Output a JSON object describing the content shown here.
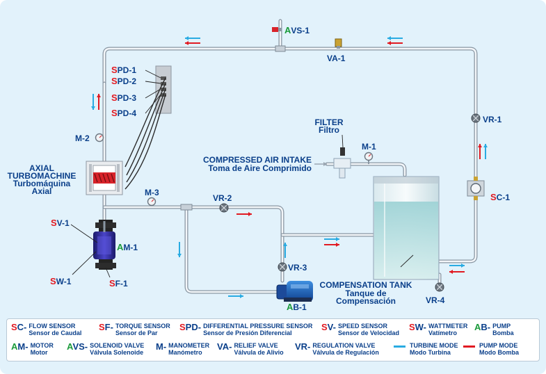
{
  "labels": {
    "avs1": {
      "first": "A",
      "rest": "VS-1"
    },
    "va1": "VA-1",
    "spd1": {
      "first": "S",
      "rest": "PD-1"
    },
    "spd2": {
      "first": "S",
      "rest": "PD-2"
    },
    "spd3": {
      "first": "S",
      "rest": "PD-3"
    },
    "spd4": {
      "first": "S",
      "rest": "PD-4"
    },
    "m2": "M-2",
    "axial": [
      "AXIAL",
      "TURBOMACHINE"
    ],
    "axial_es": [
      "Turbomáquina",
      "Axial"
    ],
    "m3": "M-3",
    "vr2": "VR-2",
    "vr1": "VR-1",
    "sc1": {
      "first": "S",
      "rest": "C-1"
    },
    "filter": "FILTER",
    "filter_es": "Filtro",
    "m1": "M-1",
    "air_intake": "COMPRESSED AIR INTAKE",
    "air_intake_es": "Toma de Aire Comprimido",
    "sv1": {
      "first": "S",
      "rest": "V-1"
    },
    "am1": {
      "first": "A",
      "rest": "M-1"
    },
    "sw1": {
      "first": "S",
      "rest": "W-1"
    },
    "sf1": {
      "first": "S",
      "rest": "F-1"
    },
    "vr3": "VR-3",
    "ab1": {
      "first": "A",
      "rest": "B-1"
    },
    "tank": "COMPENSATION TANK",
    "tank_es": [
      "Tanque de",
      "Compensación"
    ],
    "vr4": "VR-4"
  },
  "legend": [
    {
      "code_first": "S",
      "code_rest": "C-",
      "color": "red",
      "en": "FLOW SENSOR",
      "es": "Sensor de Caudal"
    },
    {
      "code_first": "S",
      "code_rest": "F-",
      "color": "red",
      "en": "TORQUE SENSOR",
      "es": "Sensor de Par"
    },
    {
      "code_first": "S",
      "code_rest": "PD-",
      "color": "red",
      "en": "DIFFERENTIAL PRESSURE SENSOR",
      "es": "Sensor de Presión Diferencial"
    },
    {
      "code_first": "S",
      "code_rest": "V-",
      "color": "red",
      "en": "SPEED SENSOR",
      "es": "Sensor de Velocidad"
    },
    {
      "code_first": "S",
      "code_rest": "W-",
      "color": "red",
      "en": "WATTMETER",
      "es": "Vatímetro"
    },
    {
      "code_first": "A",
      "code_rest": "B-",
      "color": "green",
      "en": "PUMP",
      "es": "Bomba"
    },
    {
      "code_first": "A",
      "code_rest": "M-",
      "color": "green",
      "en": "MOTOR",
      "es": "Motor"
    },
    {
      "code_first": "A",
      "code_rest": "VS-",
      "color": "green",
      "en": "SOLENOID VALVE",
      "es": "Válvula Solenoide"
    },
    {
      "code_first": "",
      "code_rest": "M-",
      "color": "blue",
      "en": "MANOMETER",
      "es": "Manómetro"
    },
    {
      "code_first": "",
      "code_rest": "VA-",
      "color": "blue",
      "en": "RELIEF VALVE",
      "es": "Válvula de Alivio"
    },
    {
      "code_first": "",
      "code_rest": "VR-",
      "color": "blue",
      "en": "REGULATION VALVE",
      "es": "Válvula de Regulación"
    },
    {
      "code_first": "",
      "code_rest": "",
      "color": "blue",
      "en": "TURBINE MODE",
      "es": "Modo Turbina",
      "swatch": "#29abe2"
    },
    {
      "code_first": "",
      "code_rest": "",
      "color": "blue",
      "en": "PUMP MODE",
      "es": "Modo Bomba",
      "swatch": "#e11a22"
    }
  ],
  "colors": {
    "sensor_prefix": "#e11a22",
    "actuator_prefix": "#1a9a3a",
    "label_text": "#0a3f8a",
    "turbine_mode_arrow": "#29abe2",
    "pump_mode_arrow": "#e11a22",
    "background": "#e2f2fb",
    "tank_water": "#b9e0df"
  }
}
